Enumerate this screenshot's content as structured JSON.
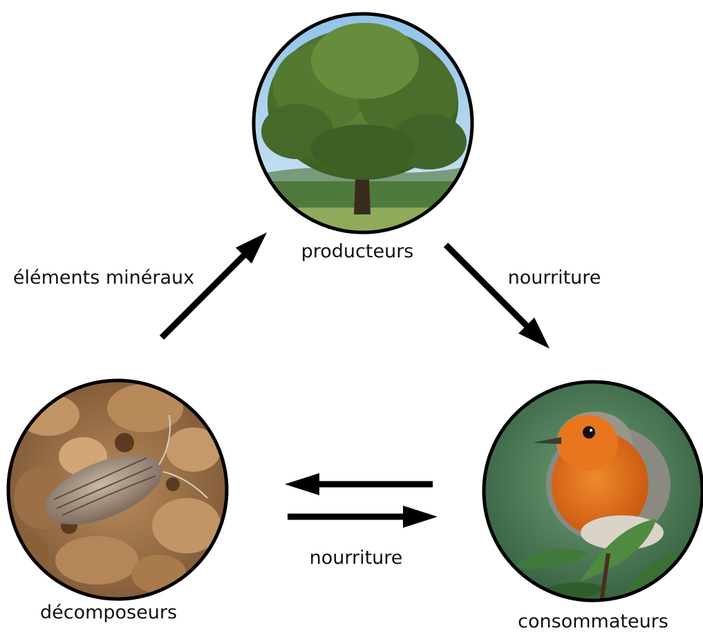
{
  "diagram": {
    "nodes": [
      {
        "id": "producteurs",
        "label": "producteurs",
        "picture": "oak-tree"
      },
      {
        "id": "consommateurs",
        "label": "consommateurs",
        "picture": "robin-bird"
      },
      {
        "id": "decomposeurs",
        "label": "décomposeurs",
        "picture": "woodlouse-on-soil"
      }
    ],
    "edges": [
      {
        "from": "decomposeurs",
        "to": "producteurs",
        "label": "éléments minéraux"
      },
      {
        "from": "producteurs",
        "to": "consommateurs",
        "label": "nourriture"
      },
      {
        "from": "consommateurs",
        "to": "decomposeurs",
        "label": "nourriture"
      },
      {
        "from": "decomposeurs",
        "to": "consommateurs",
        "label": ""
      }
    ],
    "colors": {
      "arrow": "#000000",
      "robin_breast": "#e06a1a",
      "foliage": "#4a7a2a",
      "soil": "#a4784c"
    }
  }
}
